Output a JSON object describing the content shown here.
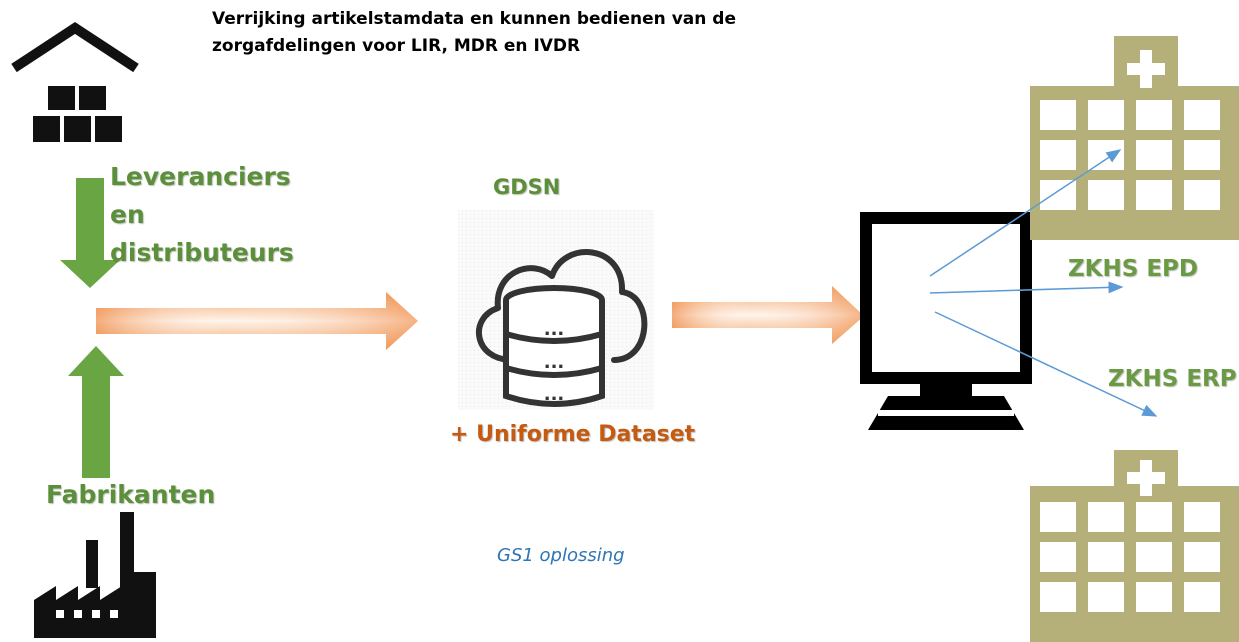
{
  "title_line1": "Verrijking artikelstamdata en kunnen bedienen van de",
  "title_line2": "zorgafdelingen voor LIR, MDR en IVDR",
  "suppliers": {
    "line1": "Leveranciers",
    "line2": "en",
    "line3": "distributeurs"
  },
  "manufacturers": "Fabrikanten",
  "network": "GDSN",
  "dataset": "+ Uniforme Dataset",
  "solution": "GS1 oplossing",
  "hospital_targets": {
    "epd": "ZKHS EPD",
    "erp": "ZKHS ERP"
  },
  "icons": [
    "warehouse-icon",
    "factory-icon",
    "cloud-database-icon",
    "computer-monitor-icon",
    "hospital-icon"
  ],
  "colors": {
    "green": "#5b8f3a",
    "orange": "#c55a11",
    "blue": "#2e75b6",
    "hospital": "#b5b07a"
  }
}
